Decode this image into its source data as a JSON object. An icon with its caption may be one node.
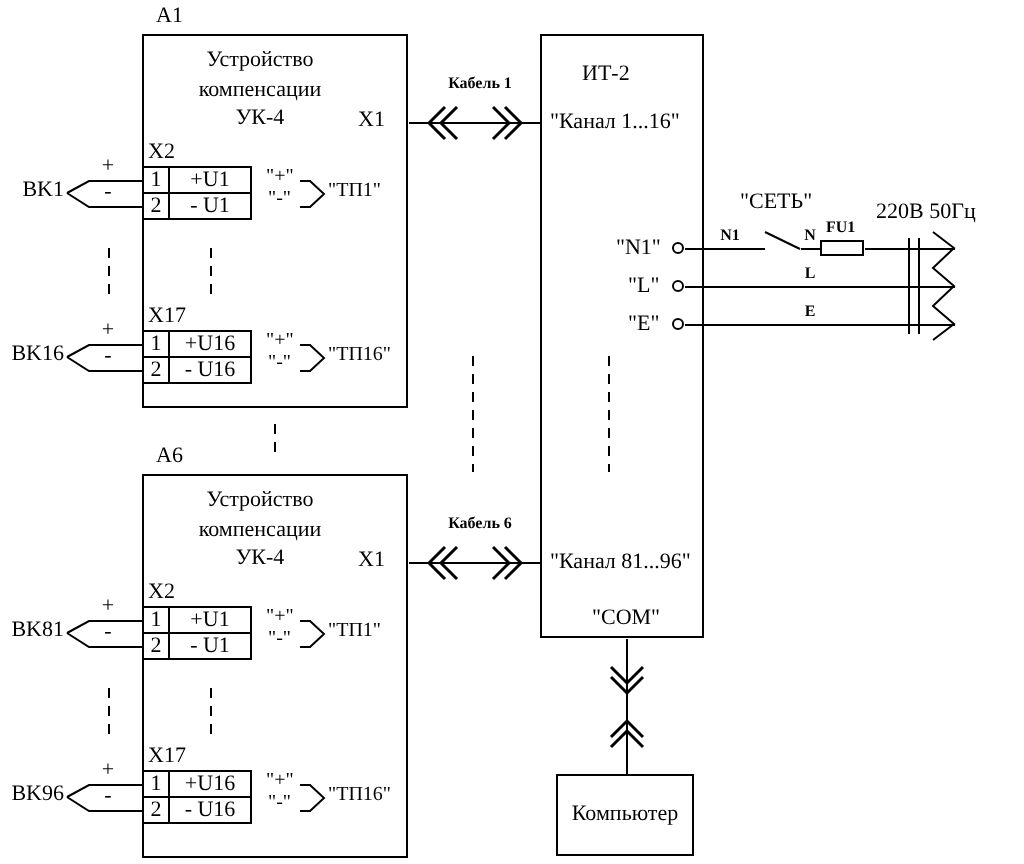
{
  "diagram": {
    "nodes": [
      {
        "text": [
          "A1",
          "Устройство компенсации УК-4",
          "X1"
        ]
      },
      {
        "text": [
          "X2",
          "1",
          "+U1",
          "2",
          "- U1"
        ],
        "in": 0,
        "beside": [
          "\"+\"",
          "\"-\"",
          "\"ТП1\""
        ]
      },
      {
        "text": [
          "X17",
          "1",
          "+U16",
          "2",
          "- U16"
        ],
        "in": 0,
        "beside": [
          "\"+\"",
          "\"-\"",
          "\"ТП16\""
        ]
      },
      {
        "text": [
          "BK1"
        ]
      },
      {
        "text": [
          "BK16"
        ]
      },
      {
        "text": [
          "ИТ-2",
          "\"Канал 1...16\"",
          "\"Канал 81...96\"",
          "\"COM\""
        ]
      },
      {
        "text": [],
        "shape": "circle",
        "in": 5,
        "beside": [
          "\"N1\""
        ]
      },
      {
        "text": [],
        "shape": "circle",
        "in": 5,
        "beside": [
          "\"L\""
        ]
      },
      {
        "text": [],
        "shape": "circle",
        "in": 5,
        "beside": [
          "\"E\""
        ]
      },
      {
        "text": [],
        "shape": "switch",
        "beside": [
          "\"СЕТЬ\""
        ]
      },
      {
        "text": [],
        "shape": "box",
        "beside": [
          "FU1"
        ]
      },
      {
        "text": [],
        "shape": "plug",
        "beside": [
          "220В 50Гц"
        ]
      },
      {
        "text": [
          "A6",
          "Устройство компенсации УК-4",
          "X1"
        ]
      },
      {
        "text": [
          "X2",
          "1",
          "+U1",
          "2",
          "- U1"
        ],
        "in": 12,
        "beside": [
          "\"+\"",
          "\"-\"",
          "\"ТП1\""
        ]
      },
      {
        "text": [
          "X17",
          "1",
          "+U16",
          "2",
          "- U16"
        ],
        "in": 12,
        "beside": [
          "\"+\"",
          "\"-\"",
          "\"ТП16\""
        ]
      },
      {
        "text": [
          "BK81"
        ]
      },
      {
        "text": [
          "BK96"
        ]
      },
      {
        "text": [
          "Компьютер"
        ]
      }
    ],
    "edges": [
      {
        "from": 0,
        "to": 5,
        "arrow": "both",
        "label": "Кабель 1"
      },
      {
        "from": 3,
        "to": 1,
        "arrow": "none",
        "label": "+"
      },
      {
        "from": 3,
        "to": 1,
        "arrow": "none",
        "label": "-"
      },
      {
        "from": 4,
        "to": 2,
        "arrow": "none",
        "label": "+"
      },
      {
        "from": 4,
        "to": 2,
        "arrow": "none",
        "label": "-"
      },
      {
        "from": 12,
        "to": 5,
        "arrow": "both",
        "label": "Кабель 6"
      },
      {
        "from": 15,
        "to": 13,
        "arrow": "none",
        "label": "+"
      },
      {
        "from": 15,
        "to": 13,
        "arrow": "none",
        "label": "-"
      },
      {
        "from": 16,
        "to": 14,
        "arrow": "none",
        "label": "+"
      },
      {
        "from": 16,
        "to": 14,
        "arrow": "none",
        "label": "-"
      },
      {
        "from": 6,
        "to": 9,
        "arrow": "none",
        "label": "N1"
      },
      {
        "from": 9,
        "to": 10,
        "arrow": "none",
        "label": "N"
      },
      {
        "from": 10,
        "to": 11,
        "arrow": "none"
      },
      {
        "from": 7,
        "to": 11,
        "arrow": "none",
        "label": "L"
      },
      {
        "from": 8,
        "to": 11,
        "arrow": "none",
        "label": "E"
      },
      {
        "from": 5,
        "to": 17,
        "arrow": "other"
      }
    ]
  }
}
